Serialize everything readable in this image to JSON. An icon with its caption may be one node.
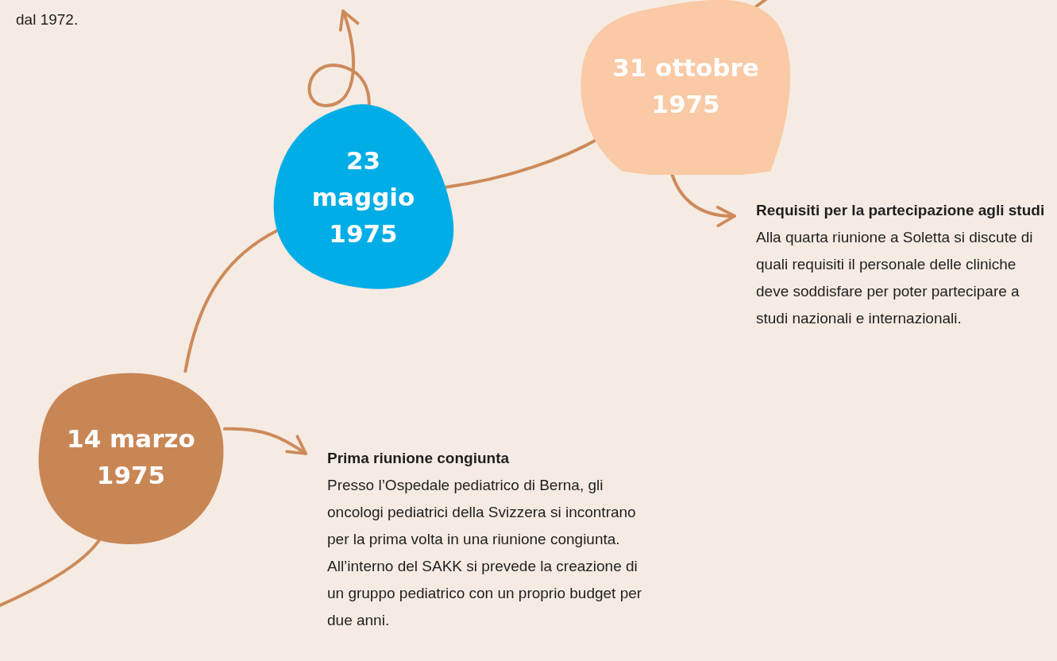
{
  "diagram": {
    "nodes": [
      {
        "text": [
          "14 marzo 1975"
        ]
      },
      {
        "text": [
          "Prima riunione congiunta",
          "Presso l’Ospedale pediatrico di Berna, gli oncologi pediatrici della Svizzera si incontrano per la prima volta in una riunione congiunta. All’interno del SAKK si prevede la creazione di un gruppo pediatrico con un proprio budget per due anni."
        ]
      },
      {
        "text": [
          "23 maggio 1975"
        ]
      },
      {
        "text": [
          "31 ottobre 1975"
        ]
      },
      {
        "text": [
          "Requisiti per la partecipazione agli studi",
          "Alla quarta riunione a Soletta si discute di quali requisiti il personale delle cliniche deve soddisfare per poter partecipare a studi nazionali e internazionali."
        ]
      }
    ],
    "edges": [
      {
        "from": null,
        "to": 0,
        "arrow": "none"
      },
      {
        "from": 0,
        "to": 2,
        "arrow": "none"
      },
      {
        "from": 2,
        "to": 3,
        "arrow": "none"
      },
      {
        "from": 3,
        "to": null,
        "arrow": "none"
      },
      {
        "from": 0,
        "to": 1,
        "arrow": "to"
      },
      {
        "from": 3,
        "to": 4,
        "arrow": "to"
      },
      {
        "from": 2,
        "to": null,
        "arrow": "to"
      }
    ],
    "labels": [
      "dal 1972."
    ]
  }
}
